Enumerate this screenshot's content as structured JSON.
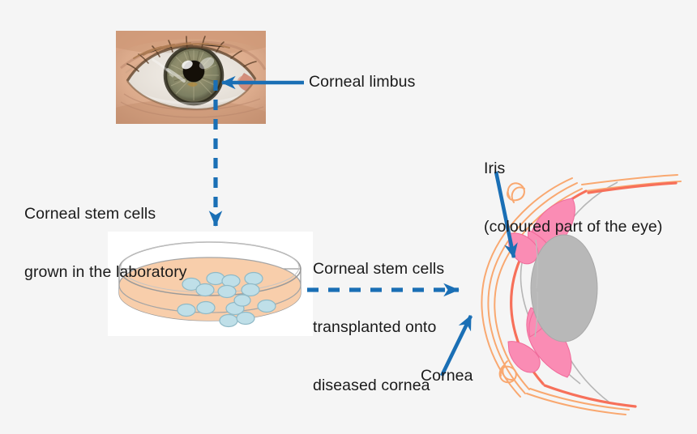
{
  "diagram": {
    "title": "Corneal stem cell transplantation",
    "background_color": "#f5f5f5",
    "arrow_color": "#1a6fb5",
    "text_color": "#1a1a1a"
  },
  "labels": {
    "corneal_limbus": "Corneal limbus",
    "lab_grown_line1": "Corneal stem cells",
    "lab_grown_line2": "grown in the laboratory",
    "transplant_line1": "Corneal stem cells",
    "transplant_line2": "transplanted onto",
    "transplant_line3": "diseased cornea",
    "iris_line1": "Iris",
    "iris_line2": "(coloured part of the eye)",
    "cornea": "Cornea"
  },
  "eye_photo": {
    "description": "photograph of a human eye with hazel-green iris",
    "iris_color": "#8c8a6a",
    "pupil_color": "#1a1208",
    "sclera_color": "#eeeae4",
    "skin_color": "#dcab8c"
  },
  "petri_dish": {
    "description": "petri dish containing cultured corneal stem cells",
    "medium_color": "#f8ceab",
    "rim_color": "#8c8c8c",
    "cell_color": "#bfdfe8",
    "cell_border_color": "#8fb9c6",
    "cell_count": 14
  },
  "eye_cross_section": {
    "description": "cross-section of the anterior eye showing cornea, iris and lens",
    "cornea_outer_color": "#f9a870",
    "cornea_inner_color": "#f7705a",
    "iris_color": "#fa8cb4",
    "lens_color": "#b8b8b8",
    "outline_color": "#b0b0b0"
  },
  "arrows": [
    {
      "name": "corneal-limbus-pointer",
      "style": "solid",
      "direction": "left",
      "color": "#1a6fb5"
    },
    {
      "name": "limbus-to-dish",
      "style": "dashed",
      "direction": "down",
      "color": "#1a6fb5"
    },
    {
      "name": "dish-to-eye",
      "style": "dashed",
      "direction": "right",
      "color": "#1a6fb5"
    },
    {
      "name": "iris-pointer",
      "style": "solid",
      "direction": "down-right",
      "color": "#1a6fb5"
    },
    {
      "name": "cornea-pointer",
      "style": "solid",
      "direction": "up-right",
      "color": "#1a6fb5"
    }
  ]
}
